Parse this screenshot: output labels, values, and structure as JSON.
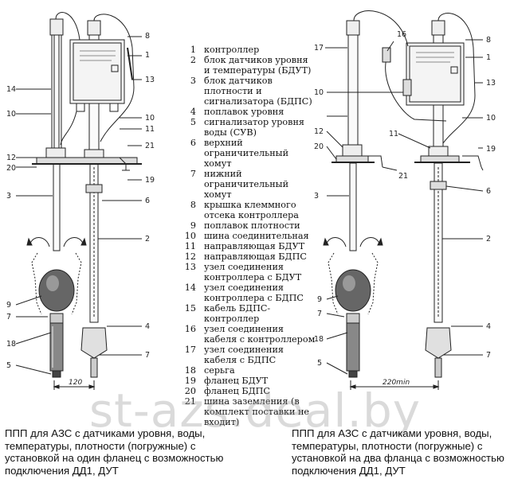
{
  "legend": [
    {
      "num": "1",
      "text": "контроллер"
    },
    {
      "num": "2",
      "text": "блок датчиков уровня и температуры (БДУТ)"
    },
    {
      "num": "3",
      "text": "блок датчиков плотности и сигнализатора (БДПС)"
    },
    {
      "num": "4",
      "text": "поплавок уровня"
    },
    {
      "num": "5",
      "text": "сигнализатор уровня воды (СУВ)"
    },
    {
      "num": "6",
      "text": "верхний ограничительный хомут"
    },
    {
      "num": "7",
      "text": "нижний ограничительный хомут"
    },
    {
      "num": "8",
      "text": "крышка клеммного отсека контроллера"
    },
    {
      "num": "9",
      "text": "поплавок плотности"
    },
    {
      "num": "10",
      "text": "шина соединительная"
    },
    {
      "num": "11",
      "text": "направляющая БДУТ"
    },
    {
      "num": "12",
      "text": "направляющая БДПС"
    },
    {
      "num": "13",
      "text": "узел соединения контроллера с БДУТ"
    },
    {
      "num": "14",
      "text": "узел соединения контроллера с БДПС"
    },
    {
      "num": "15",
      "text": "кабель БДПС-контроллер"
    },
    {
      "num": "16",
      "text": "узел соединения кабеля с контроллером"
    },
    {
      "num": "17",
      "text": "узел соединения кабеля с БДПС"
    },
    {
      "num": "18",
      "text": "серьга"
    },
    {
      "num": "19",
      "text": "фланец БДУТ"
    },
    {
      "num": "20",
      "text": "фланец БДПС"
    },
    {
      "num": "21",
      "text": "шина заземления (в комплект поставки не входит)"
    }
  ],
  "dimensions": {
    "left": "120",
    "right": "220min"
  },
  "captions": {
    "left": "ППП для АЗС с датчиками уровня, воды, температуры, плотности (погружные) с установкой на один фланец с возможностью подключения ДД1, ДУТ",
    "right": "ППП для АЗС с датчиками уровня, воды, температуры, плотности (погружные) с установкой на два фланца с возможностью подключения ДД1, ДУТ"
  },
  "watermark": "st-azs.deal.by",
  "callouts_left": [
    "8",
    "1",
    "13",
    "14",
    "10",
    "10",
    "11",
    "12",
    "20",
    "21",
    "3",
    "19",
    "6",
    "2",
    "9",
    "7",
    "4",
    "18",
    "5",
    "7"
  ],
  "callouts_right": [
    "16",
    "8",
    "1",
    "17",
    "13",
    "10",
    "10",
    "12",
    "11",
    "20",
    "21",
    "19",
    "3",
    "6",
    "2",
    "9",
    "7",
    "4",
    "18",
    "5",
    "7"
  ]
}
